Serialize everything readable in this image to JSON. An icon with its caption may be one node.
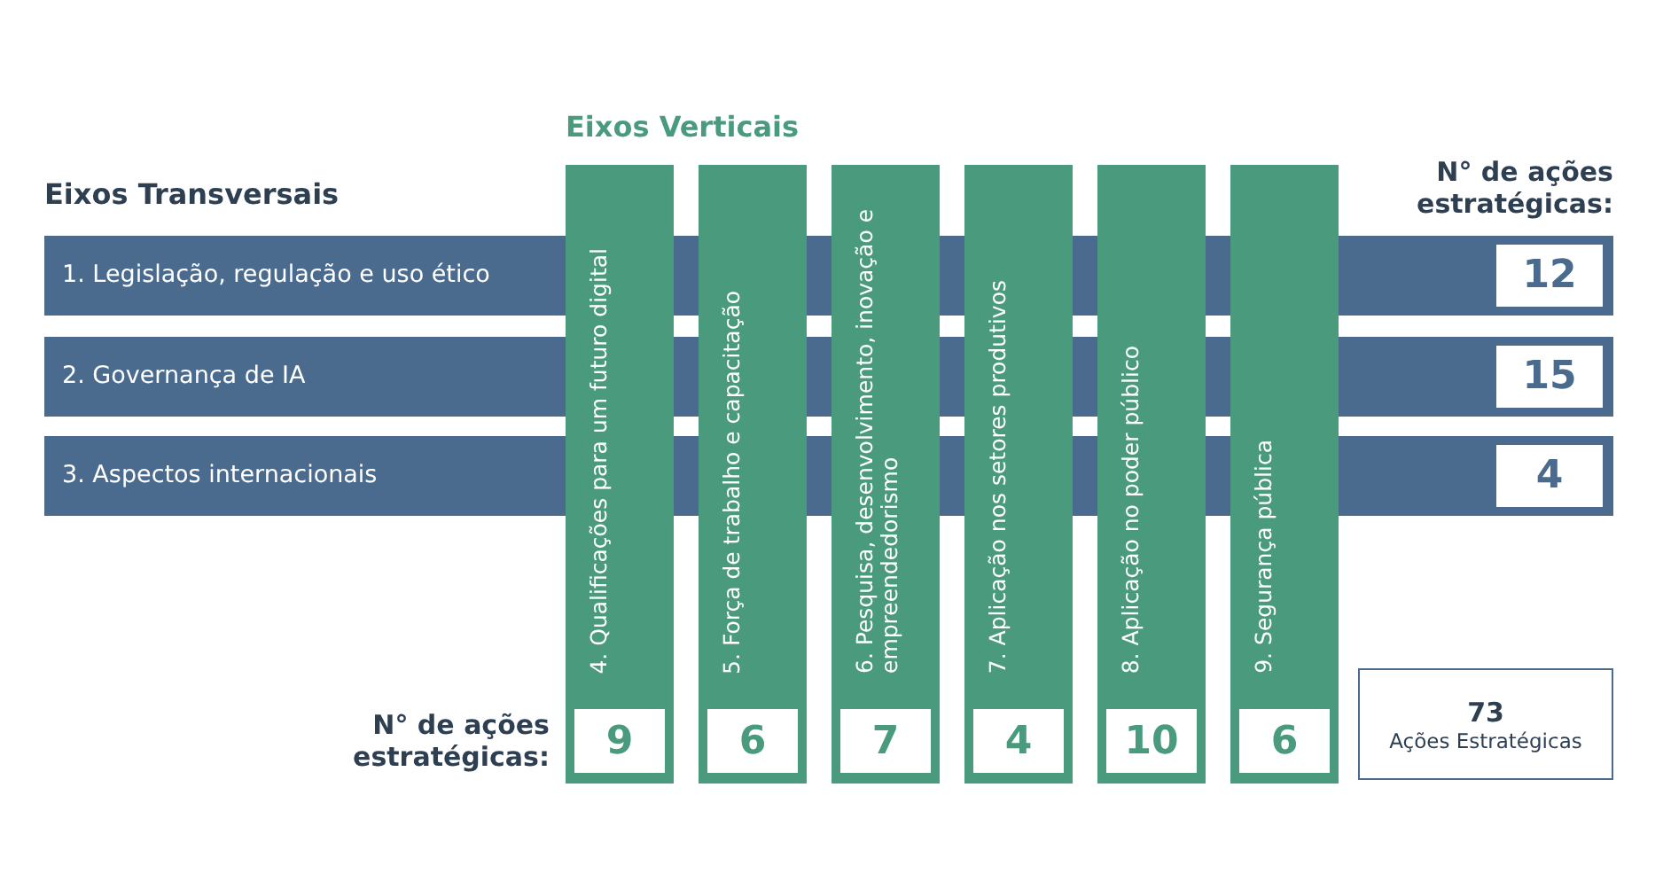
{
  "diagram": {
    "nodes": [
      {
        "text": [
          "1. Legislação, regulação e uso ético"
        ]
      },
      {
        "text": [
          "12"
        ],
        "in": 0
      },
      {
        "text": [
          "2. Governança de IA"
        ]
      },
      {
        "text": [
          "15"
        ],
        "in": 2
      },
      {
        "text": [
          "3. Aspectos internacionais"
        ]
      },
      {
        "text": [
          "4"
        ],
        "in": 4
      },
      {
        "text": [
          "4. Qualificações para um futuro digital"
        ]
      },
      {
        "text": [
          "9"
        ],
        "in": 6
      },
      {
        "text": [
          "5. Força de trabalho e capacitação"
        ]
      },
      {
        "text": [
          "6"
        ],
        "in": 8
      },
      {
        "text": [
          "6. Pesquisa, desenvolvimento, inovação e empreendedorismo"
        ]
      },
      {
        "text": [
          "7"
        ],
        "in": 10
      },
      {
        "text": [
          "7. Aplicação nos setores produtivos"
        ]
      },
      {
        "text": [
          "4"
        ],
        "in": 12
      },
      {
        "text": [
          "8. Aplicação no poder público"
        ]
      },
      {
        "text": [
          "10"
        ],
        "in": 14
      },
      {
        "text": [
          "9. Segurança pública"
        ]
      },
      {
        "text": [
          "6"
        ],
        "in": 16
      },
      {
        "text": [
          "73",
          "Ações Estratégicas"
        ]
      }
    ],
    "edges": [],
    "labels": [
      "Eixos Verticais",
      "Eixos Transversais",
      "N° de ações estratégicas:",
      "N° de ações estratégicas:"
    ]
  }
}
